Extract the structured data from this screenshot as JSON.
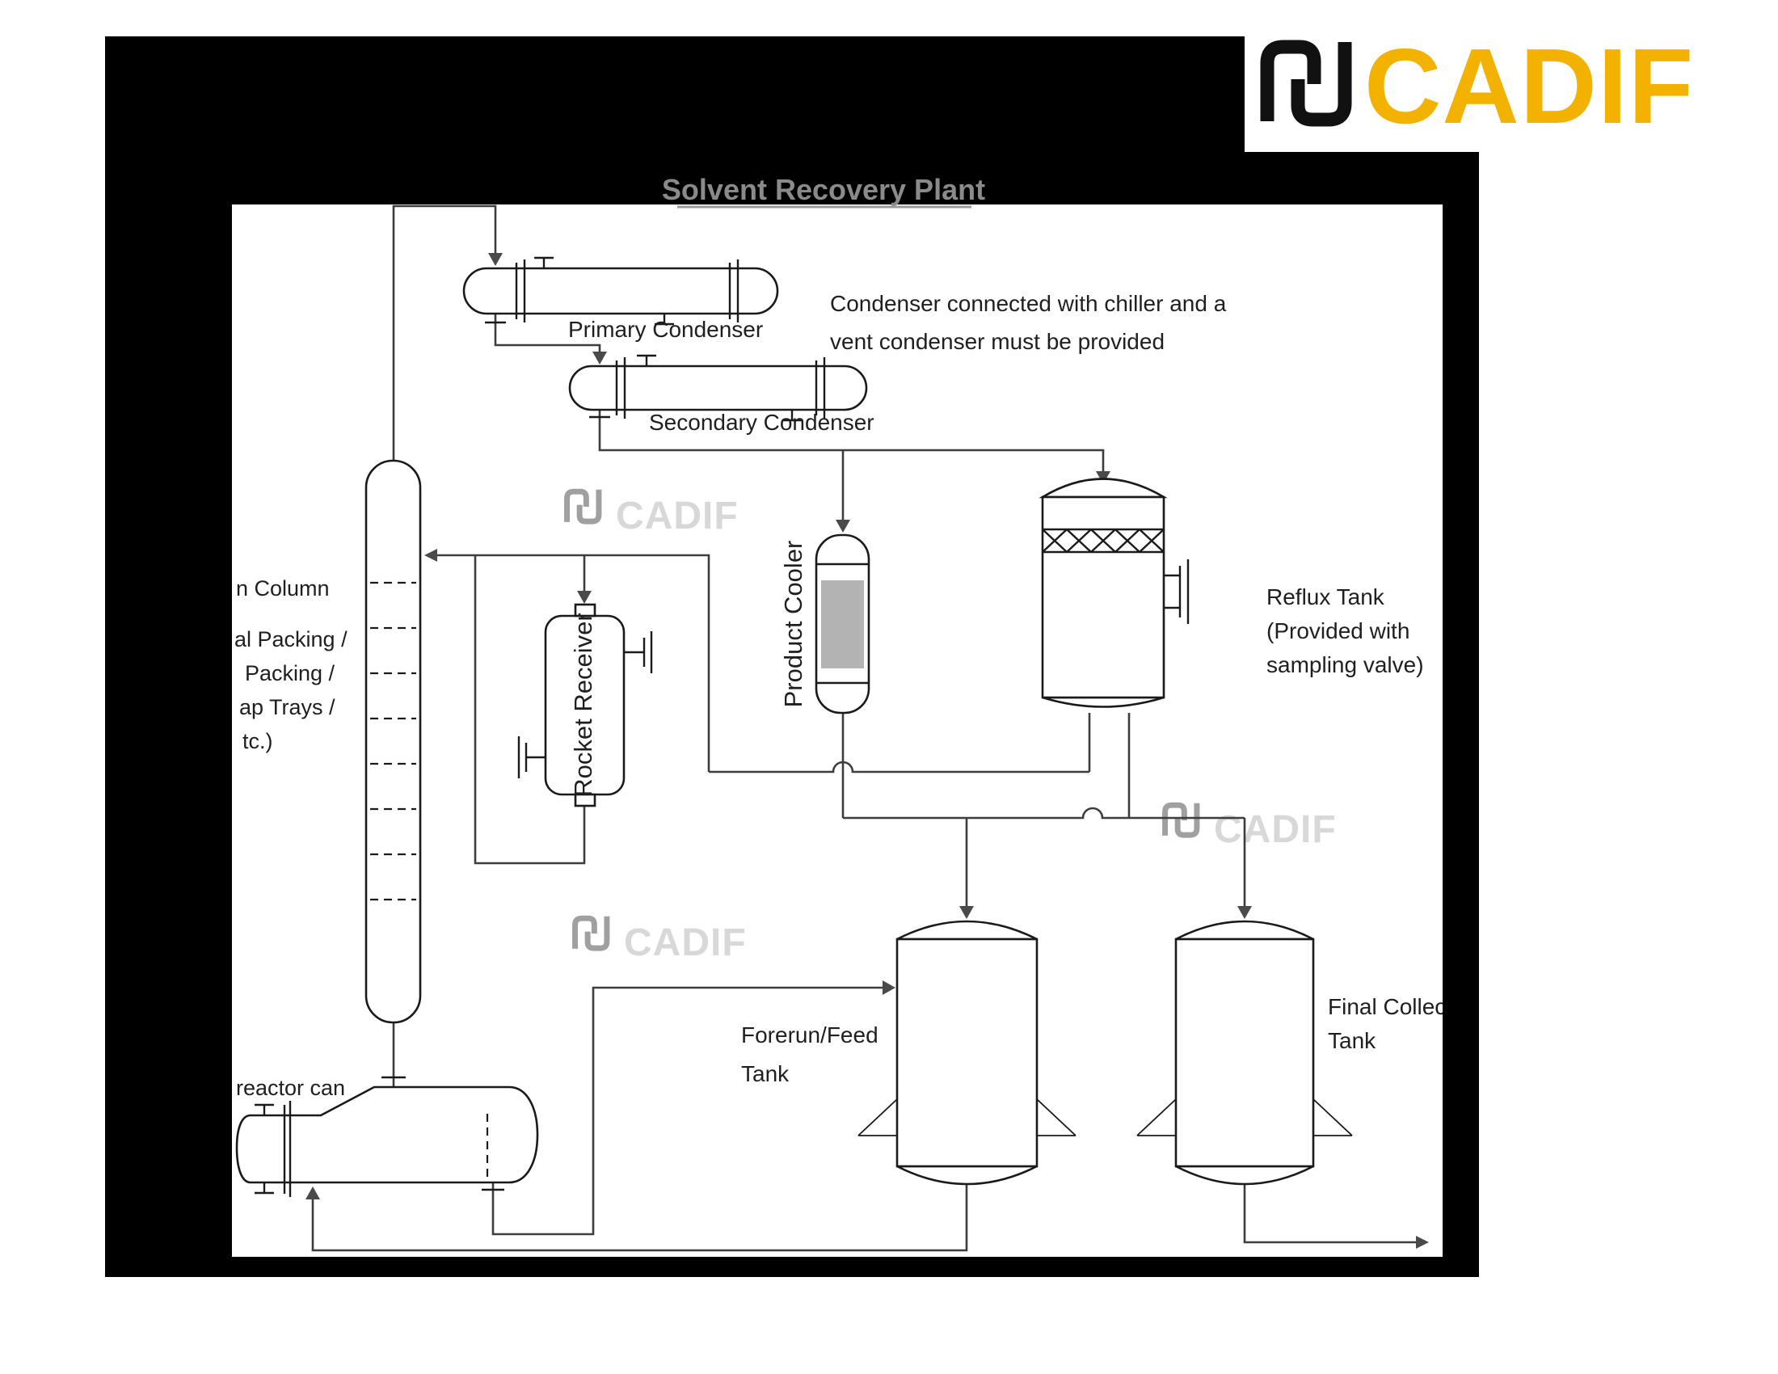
{
  "brand": {
    "name": "CADIF",
    "yellow": "#F3B200",
    "mark_color": "#111111"
  },
  "title": {
    "text": "Solvent Recovery Plant",
    "color": "#8a8a8a"
  },
  "note": {
    "line1": "Condenser connected with chiller and a",
    "line2": "vent condenser must be provided"
  },
  "equipment": {
    "primary_condenser": "Primary Condenser",
    "secondary_condenser": "Secondary Condenser",
    "rocket_receiver": "Rocket Receiver",
    "product_cooler": "Product Cooler",
    "reflux_tank": {
      "line1": "Reflux Tank",
      "line2": "(Provided with",
      "line3": "sampling valve)"
    },
    "forerun_tank": {
      "line1": "Forerun/Feed",
      "line2": "Tank"
    },
    "final_tank": {
      "line1": "Final Collec",
      "line2": "Tank"
    },
    "reactor": "reactor can",
    "column_notes": {
      "line1": "n Column",
      "line2": "al Packing /",
      "line3": "Packing /",
      "line4": "ap Trays /",
      "line5": "tc.)"
    }
  },
  "watermark": {
    "text": "CADIF"
  }
}
